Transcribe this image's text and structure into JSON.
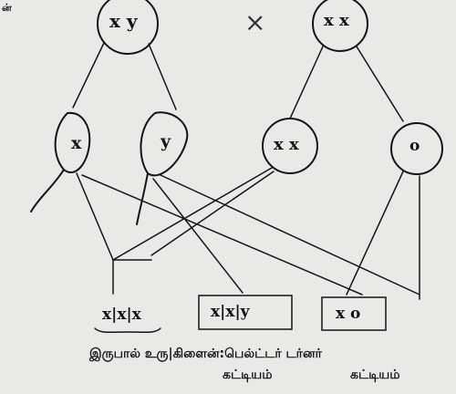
{
  "corner_mark": "ன்",
  "cross_symbol": "×",
  "parents": {
    "male": "x y",
    "female": "x x"
  },
  "gametes": {
    "male_x": "x",
    "male_y": "y",
    "female_xx": "x x",
    "female_o": "o"
  },
  "offspring": {
    "xxx": "x|x|x",
    "klinefelter": "x|x|y",
    "turner": "x o"
  },
  "captions": {
    "line1": "இருபால் உரு|கிளைன்:பெல்ட்டர் டர்னர்",
    "line2_left": "கட்டியம்",
    "line2_right": "கட்டியம்"
  }
}
